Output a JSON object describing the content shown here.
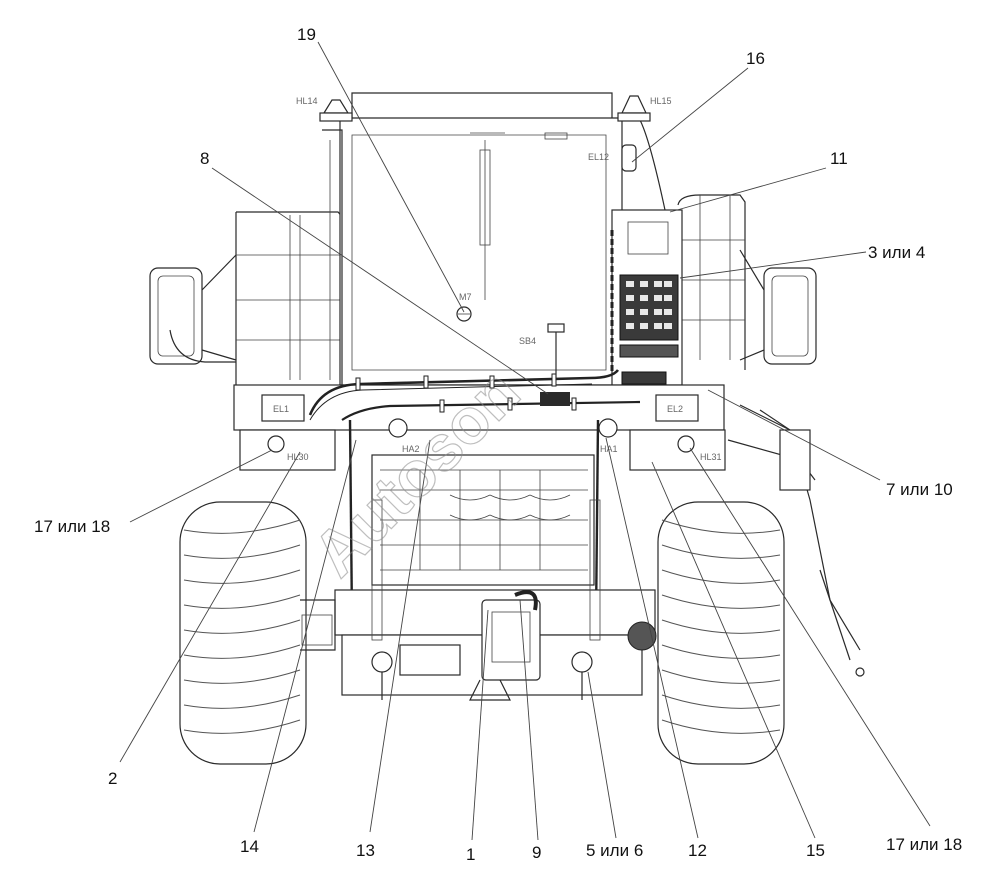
{
  "callouts": [
    {
      "id": "c19",
      "text": "19"
    },
    {
      "id": "c16",
      "text": "16"
    },
    {
      "id": "c8",
      "text": "8"
    },
    {
      "id": "c11",
      "text": "11"
    },
    {
      "id": "c3or4",
      "text": "3 или 4"
    },
    {
      "id": "c7or10",
      "text": "7 или 10"
    },
    {
      "id": "c17or18l",
      "text": "17 или 18"
    },
    {
      "id": "c2",
      "text": "2"
    },
    {
      "id": "c14",
      "text": "14"
    },
    {
      "id": "c13",
      "text": "13"
    },
    {
      "id": "c1",
      "text": "1"
    },
    {
      "id": "c9",
      "text": "9"
    },
    {
      "id": "c5or6",
      "text": "5 или 6"
    },
    {
      "id": "c12",
      "text": "12"
    },
    {
      "id": "c15",
      "text": "15"
    },
    {
      "id": "c17or18r",
      "text": "17 или 18"
    }
  ],
  "part_labels": {
    "hl14": "HL14",
    "hl15": "HL15",
    "el12": "EL12",
    "el1": "EL1",
    "el2": "EL2",
    "sb4": "SB4",
    "m7": "M7",
    "hl30": "HL30",
    "hl31": "HL31",
    "ha2": "HA2",
    "ha1": "HA1"
  },
  "watermark": "Autoson"
}
